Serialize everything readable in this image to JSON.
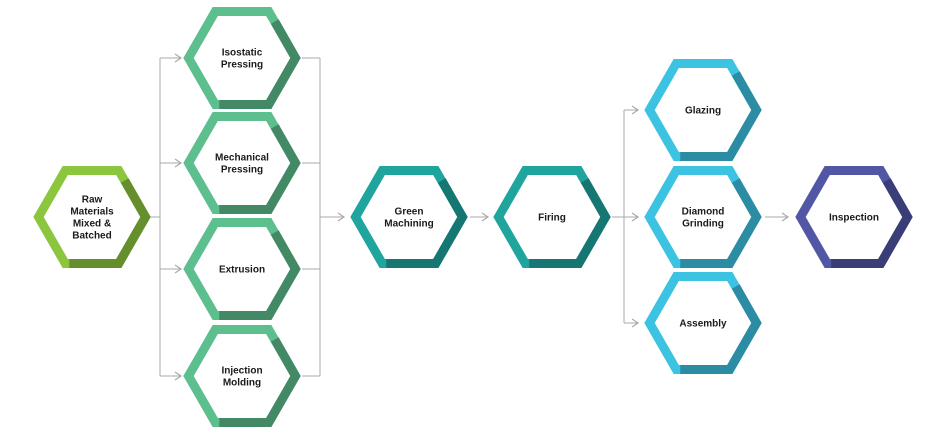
{
  "nodes": [
    {
      "id": "raw-materials",
      "label": "Raw\nMaterials\nMixed &\nBatched",
      "color": "#8CC63F"
    },
    {
      "id": "isostatic-pressing",
      "label": "Isostatic\nPressing",
      "color": "#5DBE8E"
    },
    {
      "id": "mechanical-pressing",
      "label": "Mechanical\nPressing",
      "color": "#5DBE8E"
    },
    {
      "id": "extrusion",
      "label": "Extrusion",
      "color": "#5DBE8E"
    },
    {
      "id": "injection-molding",
      "label": "Injection\nMolding",
      "color": "#5DBE8E"
    },
    {
      "id": "green-machining",
      "label": "Green\nMachining",
      "color": "#1FA59E"
    },
    {
      "id": "firing",
      "label": "Firing",
      "color": "#1FA59E"
    },
    {
      "id": "glazing",
      "label": "Glazing",
      "color": "#3CC3E2"
    },
    {
      "id": "diamond-grinding",
      "label": "Diamond\nGrinding",
      "color": "#3CC3E2"
    },
    {
      "id": "assembly",
      "label": "Assembly",
      "color": "#3CC3E2"
    },
    {
      "id": "inspection",
      "label": "Inspection",
      "color": "#5156A5"
    }
  ]
}
